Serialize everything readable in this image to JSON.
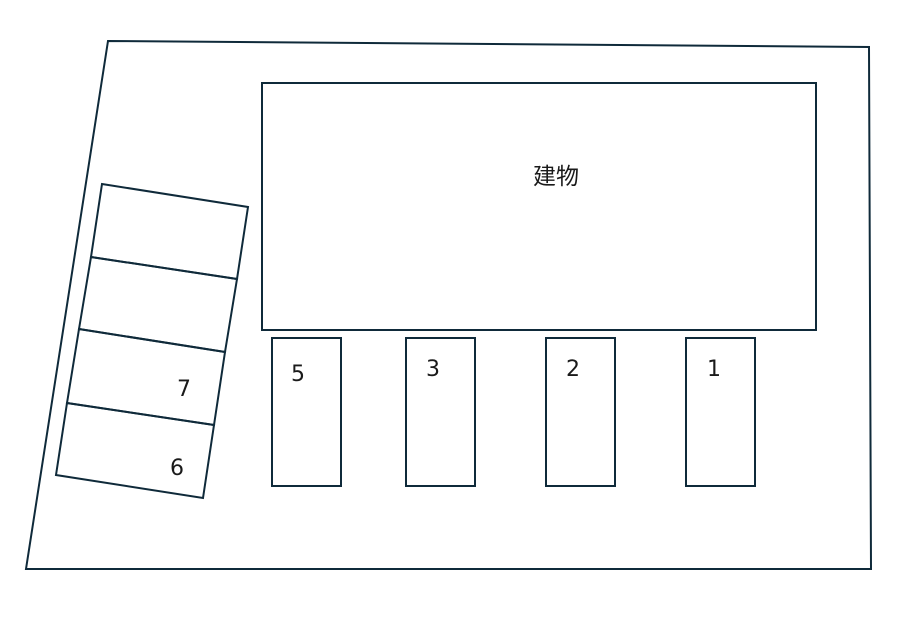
{
  "colors": {
    "line": "#0f2a3a",
    "text": "#1a1a1a",
    "background": "#ffffff"
  },
  "building": {
    "label": "建物"
  },
  "parking_spaces": {
    "space_1": "1",
    "space_2": "2",
    "space_3": "3",
    "space_5": "5",
    "space_6": "6",
    "space_7": "7"
  }
}
